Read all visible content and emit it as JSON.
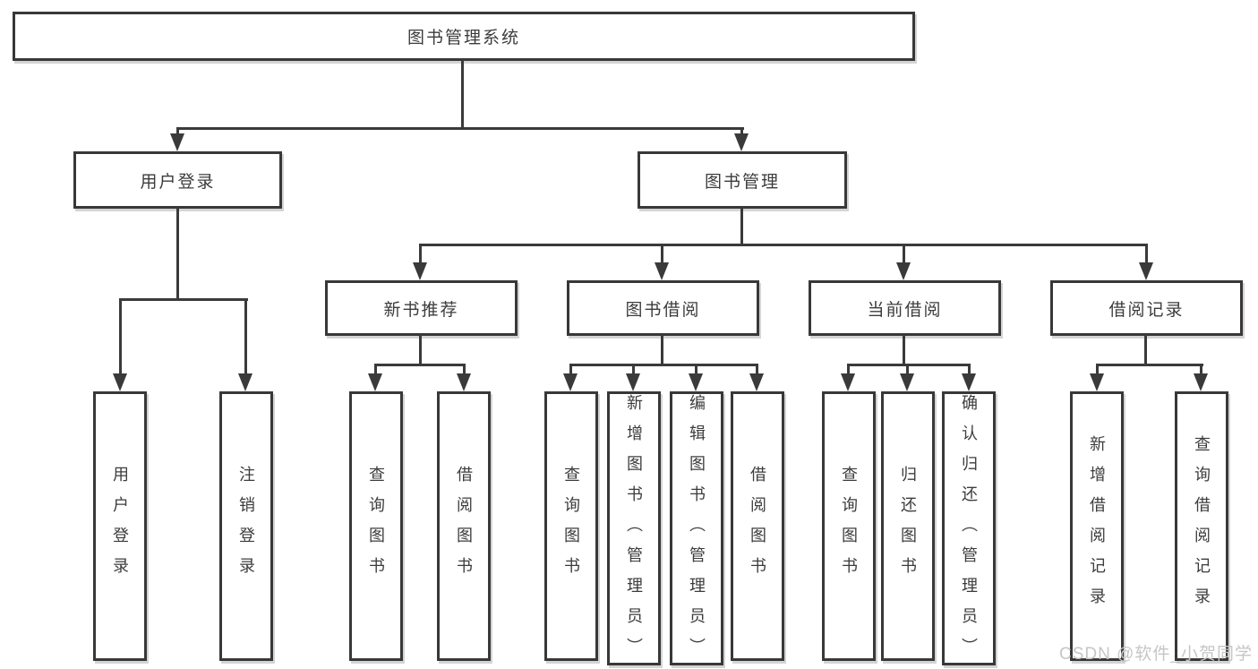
{
  "diagram": {
    "title": "图书管理系统",
    "line_color": "#3a3a3a",
    "border_color": "#383838",
    "text_color": "#3c3c3c",
    "nodes": {
      "root": "图书管理系统",
      "user_login": "用户登录",
      "book_management": "图书管理",
      "new_book_recommend": "新书推荐",
      "book_borrowing": "图书借阅",
      "current_borrowing": "当前借阅",
      "borrowing_records": "借阅记录",
      "leaf_user_login": "用户登录",
      "leaf_logout": "注销登录",
      "leaf_nbr_query_books": "查询图书",
      "leaf_nbr_borrow_books": "借阅图书",
      "leaf_bb_query_books": "查询图书",
      "leaf_bb_add_books_admin": "新增图书（管理员）",
      "leaf_bb_edit_books_admin": "编辑图书（管理员）",
      "leaf_bb_borrow_books": "借阅图书",
      "leaf_cb_query_books": "查询图书",
      "leaf_cb_return_books": "归还图书",
      "leaf_cb_confirm_return_admin": "确认归还（管理员）",
      "leaf_br_add_record": "新增借阅记录",
      "leaf_br_query_record": "查询借阅记录"
    }
  },
  "watermark": {
    "text": "CSDN @软件_小贺同学",
    "color": "#c6c6c6"
  }
}
